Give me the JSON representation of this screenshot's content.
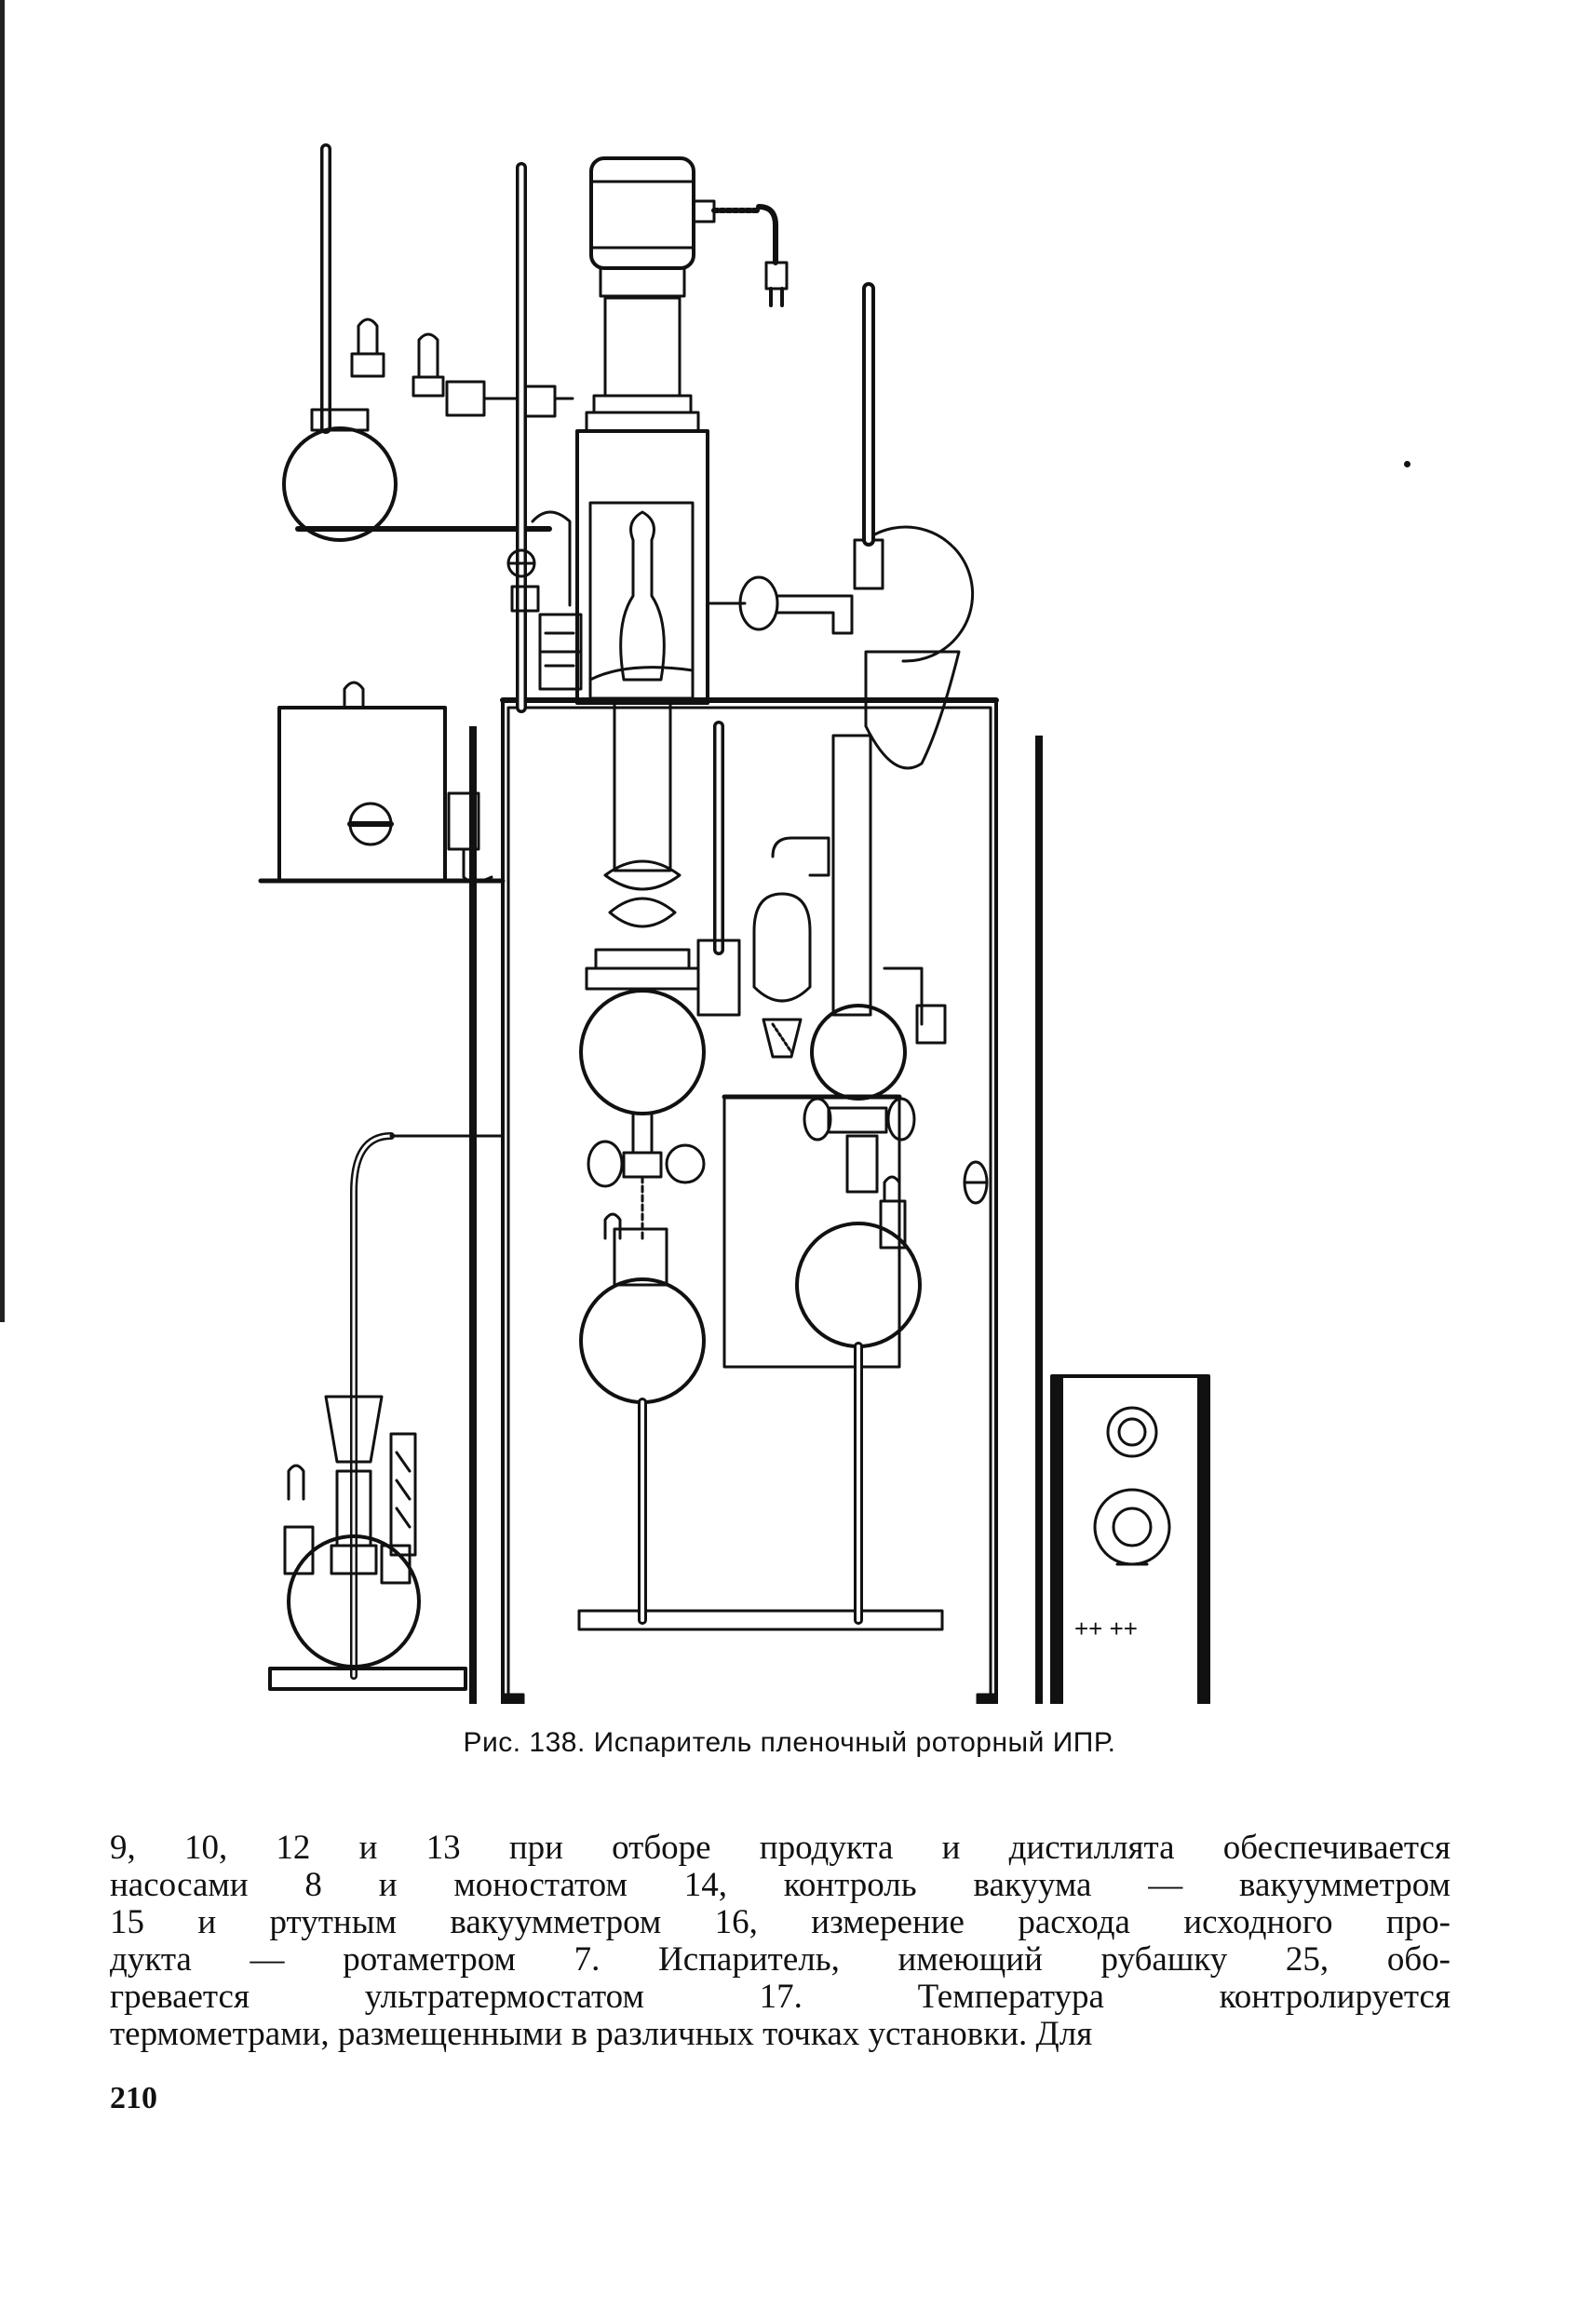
{
  "figure": {
    "caption": "Рис. 138. Испаритель пленочный роторный ИПР.",
    "panel_label": "++ ++"
  },
  "body_lines": [
    "9, 10, 12 и 13 при отборе продукта и дистиллята обеспечивается",
    "насосами 8 и моностатом 14, контроль вакуума — вакуумметром",
    "15 и ртутным вакуумметром 16, измерение расхода исходного про-",
    "дукта — ротаметром 7. Испаритель, имеющий рубашку 25, обо-",
    "гревается ультратермостатом 17. Температура контролируется",
    "термометрами, размещенными в различных точках установки. Для"
  ],
  "page_number": "210"
}
